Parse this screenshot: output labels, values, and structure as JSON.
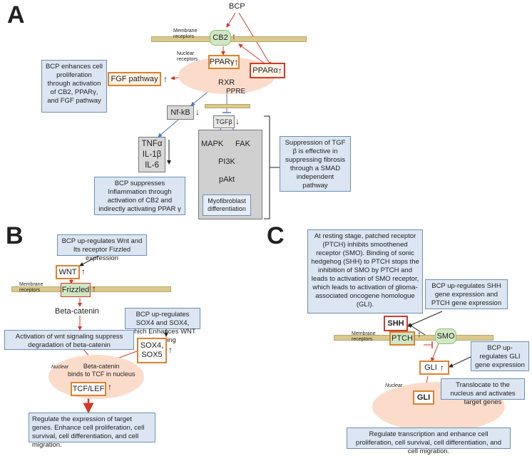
{
  "panels": {
    "a": "A",
    "b": "B",
    "c": "C"
  },
  "panel_a": {
    "bcp": "BCP",
    "membrane_receptors": "Membrane\nreceptors",
    "cb2": "CB2",
    "nuclear_receptors": "Nuclear\nreceptors",
    "ppar_gamma": "PPARγ",
    "ppar_alpha": "PPARα",
    "rxr": "RXR",
    "ppre": "PPRE",
    "fgf": "FGF pathway",
    "nfkb": "Nf-kB",
    "tnf": "TNFα",
    "il1": "IL-1β",
    "il6": "IL-6",
    "tgf": "TGFβ",
    "mapk": "MAPK",
    "fak": "FAK",
    "pi3k": "PI3K",
    "pakt": "pAkt",
    "myofibroblast": "Myofibroblast differentiation",
    "note_proliferation": "BCP enhances cell proliferation through activation of CB2, PPARγ, and FGF pathway",
    "note_inflammation": "BCP suppresses Inflammation through activation of CB2 and indirectly activating PPAR γ",
    "note_tgf": "Suppression of TGF β is effective in suppressing fibrosis through a SMAD independent pathway"
  },
  "panel_b": {
    "note_wnt": "BCP up-regulates Wnt and Its receptor Fizzled expression",
    "wnt": "WNT",
    "membrane_receptors": "Membrane\nreceptors",
    "frizzled": "Frizzled",
    "beta_catenin": "Beta-catenin",
    "note_sox": "BCP up-regulates SOX4 and SOX4, which Enhances WNT signaling",
    "note_activation": "Activation of wnt signaling suppress degradation of beta-catenin",
    "sox": "SOX4,\nSOX5",
    "nuclear": "Nuclear",
    "binds": "Beta-catenin\nbinds to TCF in nucleus",
    "tcf": "TCF/LEF",
    "note_regulate": "Regulate the expression of target genes. Enhance cell proliferation, cell survival, cell differentiation, and cell migration."
  },
  "panel_c": {
    "note_ptch": "At resting stage, patched receptor (PTCH) inhibits smoothened receptor (SMO). Binding of sonic hedgehog (SHH) to PTCH stops the inhibition of SMO by PTCH and leads to activation of SMO receptor, which leads to activation of glioma-associated oncogene homologue (GLI).",
    "note_shh": "BCP up-regulates SHH gene expression and PTCH gene expression",
    "shh": "SHH",
    "ptch": "PTCH",
    "smo": "SMO",
    "membrane_receptors": "Membrane\nreceptors",
    "note_gli": "BCP up-regulates GLI gene expression",
    "gli1": "GLI",
    "nuclear": "Nuclear",
    "note_translocate": "Translocate to the nucleus and activates target genes",
    "gli2": "GLI",
    "note_regulate": "Regulate transcription and enhance cell proliferation, cell survival, cell differentiation, and cell migration."
  },
  "up_arrow": "↑",
  "down_arrow": "↓"
}
